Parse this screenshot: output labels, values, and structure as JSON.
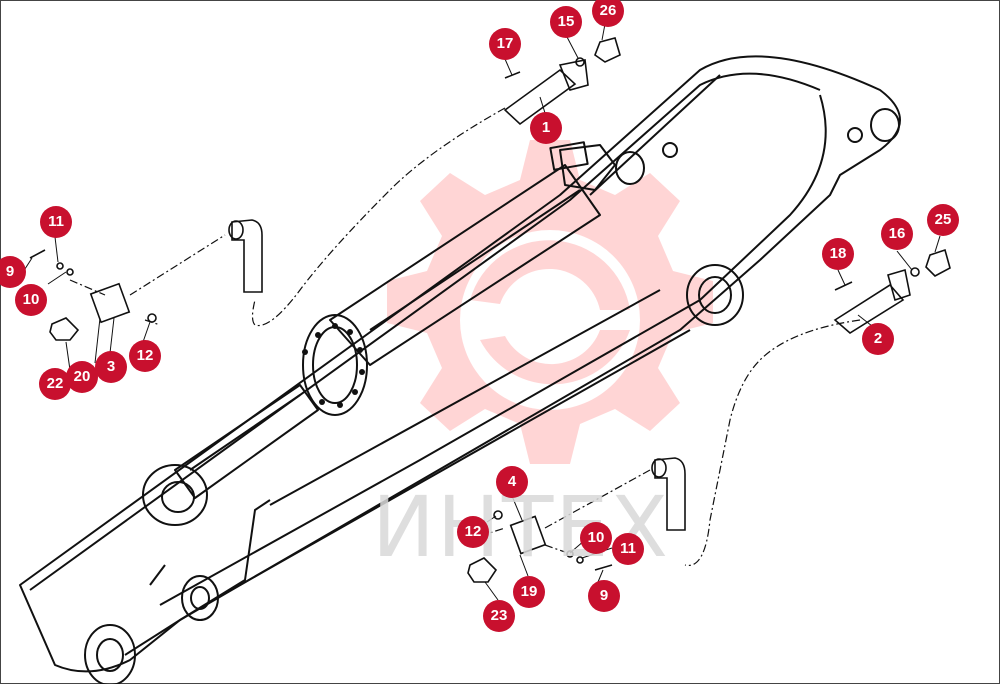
{
  "watermark": {
    "text": "ИНТЕХ",
    "color": "#ffb3b3"
  },
  "colors": {
    "callout": "#c8102e",
    "line": "#111111"
  },
  "callouts": [
    {
      "id": "c17",
      "label": "17"
    },
    {
      "id": "c15",
      "label": "15"
    },
    {
      "id": "c26",
      "label": "26"
    },
    {
      "id": "c1",
      "label": "1"
    },
    {
      "id": "c11a",
      "label": "11"
    },
    {
      "id": "c9a",
      "label": "9"
    },
    {
      "id": "c10a",
      "label": "10"
    },
    {
      "id": "c22",
      "label": "22"
    },
    {
      "id": "c20",
      "label": "20"
    },
    {
      "id": "c3",
      "label": "3"
    },
    {
      "id": "c12a",
      "label": "12"
    },
    {
      "id": "c18",
      "label": "18"
    },
    {
      "id": "c16",
      "label": "16"
    },
    {
      "id": "c25",
      "label": "25"
    },
    {
      "id": "c2",
      "label": "2"
    },
    {
      "id": "c4",
      "label": "4"
    },
    {
      "id": "c12b",
      "label": "12"
    },
    {
      "id": "c10b",
      "label": "10"
    },
    {
      "id": "c11b",
      "label": "11"
    },
    {
      "id": "c19",
      "label": "19"
    },
    {
      "id": "c9b",
      "label": "9"
    },
    {
      "id": "c23",
      "label": "23"
    }
  ]
}
